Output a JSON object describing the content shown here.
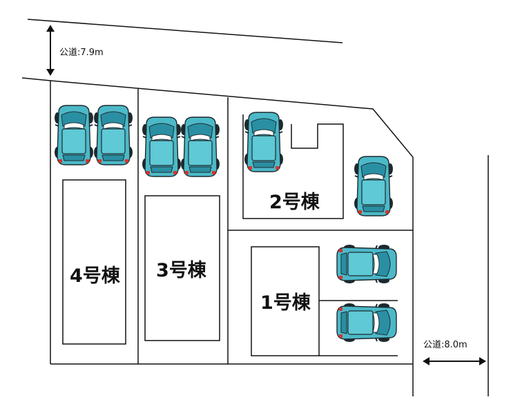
{
  "roads": {
    "north": {
      "label": "公道:7.9m"
    },
    "east": {
      "label": "公道:8.0m"
    }
  },
  "buildings": [
    {
      "id": "b4",
      "label": "4号棟"
    },
    {
      "id": "b3",
      "label": "3号棟"
    },
    {
      "id": "b2",
      "label": "2号棟"
    },
    {
      "id": "b1",
      "label": "1号棟"
    }
  ],
  "parking": {
    "b4": 2,
    "b3": 2,
    "b2": 2,
    "b1": 2
  },
  "colors": {
    "car_body": "#4cb9c8",
    "car_outline": "#1d2a2e",
    "tail_lamp": "#d8322c",
    "lines": "#111111"
  }
}
